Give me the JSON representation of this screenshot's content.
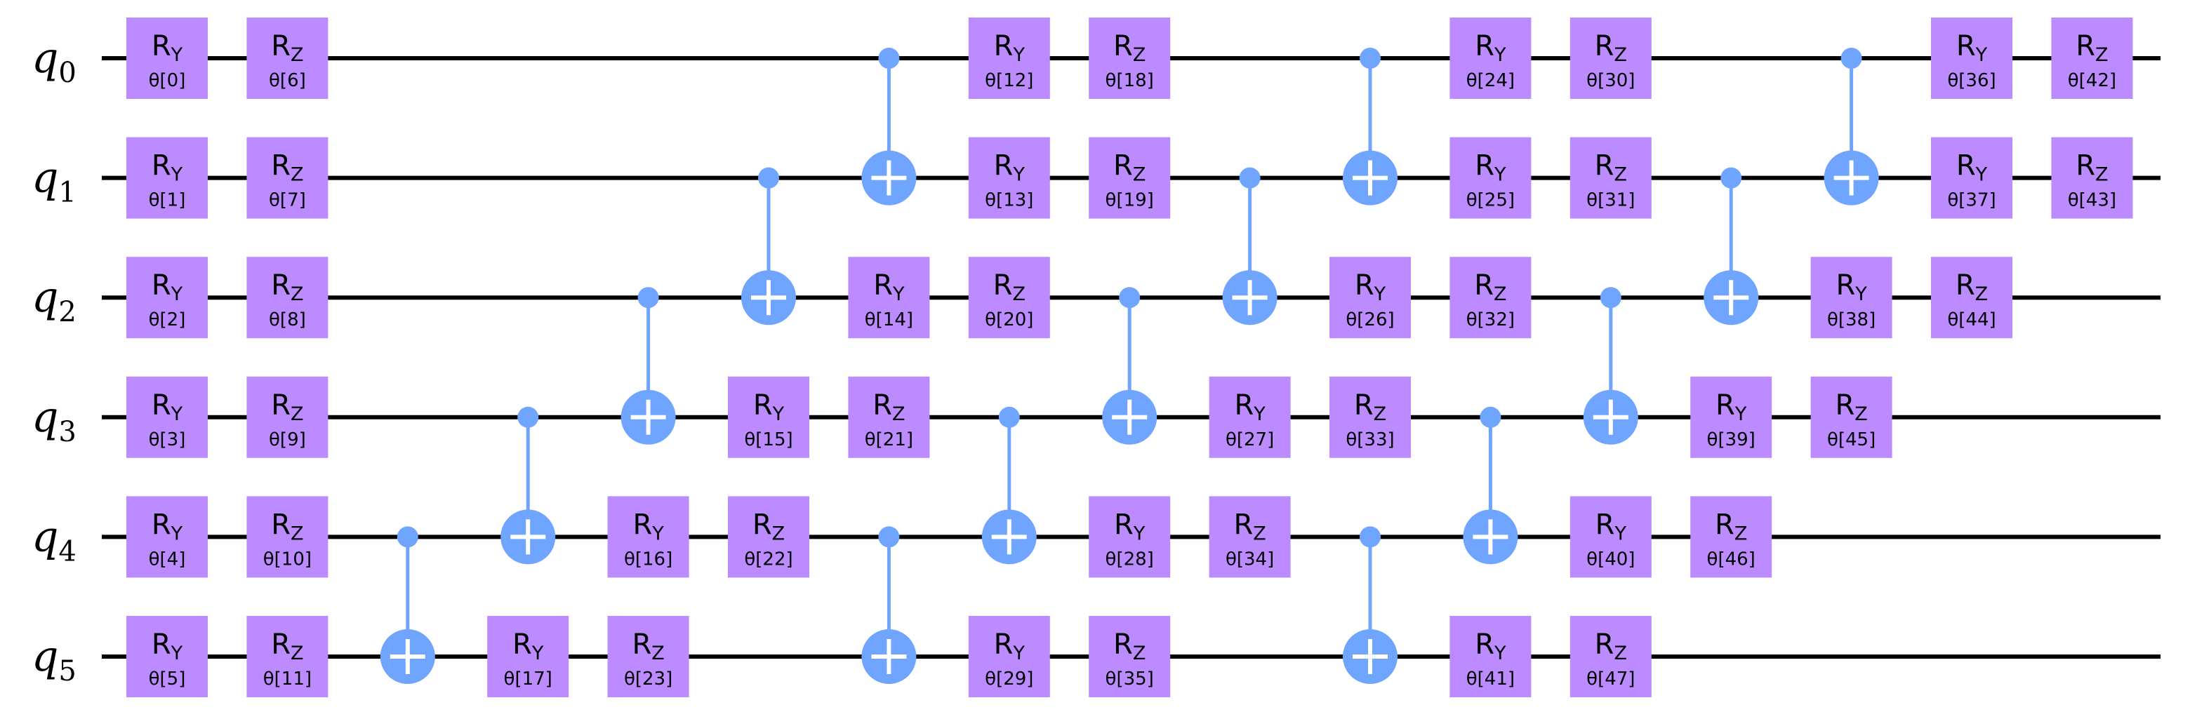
{
  "colors": {
    "wire": "#000000",
    "rotation_gate": "#bb8bff",
    "cx": "#6fa4ff"
  },
  "qubits": [
    {
      "label": "q",
      "index": "0"
    },
    {
      "label": "q",
      "index": "1"
    },
    {
      "label": "q",
      "index": "2"
    },
    {
      "label": "q",
      "index": "3"
    },
    {
      "label": "q",
      "index": "4"
    },
    {
      "label": "q",
      "index": "5"
    }
  ],
  "gates": [
    {
      "type": "R",
      "axis": "Y",
      "param": "θ[0]",
      "qubit": 0,
      "step": 0
    },
    {
      "type": "R",
      "axis": "Z",
      "param": "θ[6]",
      "qubit": 0,
      "step": 1
    },
    {
      "type": "R",
      "axis": "Y",
      "param": "θ[1]",
      "qubit": 1,
      "step": 0
    },
    {
      "type": "R",
      "axis": "Z",
      "param": "θ[7]",
      "qubit": 1,
      "step": 1
    },
    {
      "type": "R",
      "axis": "Y",
      "param": "θ[2]",
      "qubit": 2,
      "step": 0
    },
    {
      "type": "R",
      "axis": "Z",
      "param": "θ[8]",
      "qubit": 2,
      "step": 1
    },
    {
      "type": "R",
      "axis": "Y",
      "param": "θ[3]",
      "qubit": 3,
      "step": 0
    },
    {
      "type": "R",
      "axis": "Z",
      "param": "θ[9]",
      "qubit": 3,
      "step": 1
    },
    {
      "type": "R",
      "axis": "Y",
      "param": "θ[4]",
      "qubit": 4,
      "step": 0
    },
    {
      "type": "R",
      "axis": "Z",
      "param": "θ[10]",
      "qubit": 4,
      "step": 1
    },
    {
      "type": "R",
      "axis": "Y",
      "param": "θ[5]",
      "qubit": 5,
      "step": 0
    },
    {
      "type": "R",
      "axis": "Z",
      "param": "θ[11]",
      "qubit": 5,
      "step": 1
    },
    {
      "type": "R",
      "axis": "Y",
      "param": "θ[17]",
      "qubit": 5,
      "step": 3
    },
    {
      "type": "R",
      "axis": "Z",
      "param": "θ[23]",
      "qubit": 5,
      "step": 4
    },
    {
      "type": "R",
      "axis": "Y",
      "param": "θ[16]",
      "qubit": 4,
      "step": 4
    },
    {
      "type": "R",
      "axis": "Z",
      "param": "θ[22]",
      "qubit": 4,
      "step": 5
    },
    {
      "type": "R",
      "axis": "Y",
      "param": "θ[15]",
      "qubit": 3,
      "step": 5
    },
    {
      "type": "R",
      "axis": "Z",
      "param": "θ[21]",
      "qubit": 3,
      "step": 6
    },
    {
      "type": "R",
      "axis": "Y",
      "param": "θ[14]",
      "qubit": 2,
      "step": 6
    },
    {
      "type": "R",
      "axis": "Z",
      "param": "θ[20]",
      "qubit": 2,
      "step": 7
    },
    {
      "type": "R",
      "axis": "Y",
      "param": "θ[13]",
      "qubit": 1,
      "step": 7
    },
    {
      "type": "R",
      "axis": "Z",
      "param": "θ[19]",
      "qubit": 1,
      "step": 8
    },
    {
      "type": "R",
      "axis": "Y",
      "param": "θ[12]",
      "qubit": 0,
      "step": 7
    },
    {
      "type": "R",
      "axis": "Z",
      "param": "θ[18]",
      "qubit": 0,
      "step": 8
    },
    {
      "type": "R",
      "axis": "Y",
      "param": "θ[29]",
      "qubit": 5,
      "step": 7
    },
    {
      "type": "R",
      "axis": "Z",
      "param": "θ[35]",
      "qubit": 5,
      "step": 8
    },
    {
      "type": "R",
      "axis": "Y",
      "param": "θ[28]",
      "qubit": 4,
      "step": 8
    },
    {
      "type": "R",
      "axis": "Z",
      "param": "θ[34]",
      "qubit": 4,
      "step": 9
    },
    {
      "type": "R",
      "axis": "Y",
      "param": "θ[27]",
      "qubit": 3,
      "step": 9
    },
    {
      "type": "R",
      "axis": "Z",
      "param": "θ[33]",
      "qubit": 3,
      "step": 10
    },
    {
      "type": "R",
      "axis": "Y",
      "param": "θ[26]",
      "qubit": 2,
      "step": 10
    },
    {
      "type": "R",
      "axis": "Z",
      "param": "θ[32]",
      "qubit": 2,
      "step": 11
    },
    {
      "type": "R",
      "axis": "Y",
      "param": "θ[25]",
      "qubit": 1,
      "step": 11
    },
    {
      "type": "R",
      "axis": "Z",
      "param": "θ[31]",
      "qubit": 1,
      "step": 12
    },
    {
      "type": "R",
      "axis": "Y",
      "param": "θ[24]",
      "qubit": 0,
      "step": 11
    },
    {
      "type": "R",
      "axis": "Z",
      "param": "θ[30]",
      "qubit": 0,
      "step": 12
    },
    {
      "type": "R",
      "axis": "Y",
      "param": "θ[41]",
      "qubit": 5,
      "step": 11
    },
    {
      "type": "R",
      "axis": "Z",
      "param": "θ[47]",
      "qubit": 5,
      "step": 12
    },
    {
      "type": "R",
      "axis": "Y",
      "param": "θ[40]",
      "qubit": 4,
      "step": 12
    },
    {
      "type": "R",
      "axis": "Z",
      "param": "θ[46]",
      "qubit": 4,
      "step": 13
    },
    {
      "type": "R",
      "axis": "Y",
      "param": "θ[39]",
      "qubit": 3,
      "step": 13
    },
    {
      "type": "R",
      "axis": "Z",
      "param": "θ[45]",
      "qubit": 3,
      "step": 14
    },
    {
      "type": "R",
      "axis": "Y",
      "param": "θ[38]",
      "qubit": 2,
      "step": 14
    },
    {
      "type": "R",
      "axis": "Z",
      "param": "θ[44]",
      "qubit": 2,
      "step": 15
    },
    {
      "type": "R",
      "axis": "Y",
      "param": "θ[37]",
      "qubit": 1,
      "step": 15
    },
    {
      "type": "R",
      "axis": "Z",
      "param": "θ[43]",
      "qubit": 1,
      "step": 16
    },
    {
      "type": "R",
      "axis": "Y",
      "param": "θ[36]",
      "qubit": 0,
      "step": 15
    },
    {
      "type": "R",
      "axis": "Z",
      "param": "θ[42]",
      "qubit": 0,
      "step": 16
    }
  ],
  "cx": [
    {
      "control": 4,
      "target": 5,
      "step": 2
    },
    {
      "control": 3,
      "target": 4,
      "step": 3
    },
    {
      "control": 2,
      "target": 3,
      "step": 4
    },
    {
      "control": 1,
      "target": 2,
      "step": 5
    },
    {
      "control": 0,
      "target": 1,
      "step": 6
    },
    {
      "control": 4,
      "target": 5,
      "step": 6
    },
    {
      "control": 3,
      "target": 4,
      "step": 7
    },
    {
      "control": 2,
      "target": 3,
      "step": 8
    },
    {
      "control": 1,
      "target": 2,
      "step": 9
    },
    {
      "control": 0,
      "target": 1,
      "step": 10
    },
    {
      "control": 4,
      "target": 5,
      "step": 10
    },
    {
      "control": 3,
      "target": 4,
      "step": 11
    },
    {
      "control": 2,
      "target": 3,
      "step": 12
    },
    {
      "control": 1,
      "target": 2,
      "step": 13
    },
    {
      "control": 0,
      "target": 1,
      "step": 14
    }
  ]
}
